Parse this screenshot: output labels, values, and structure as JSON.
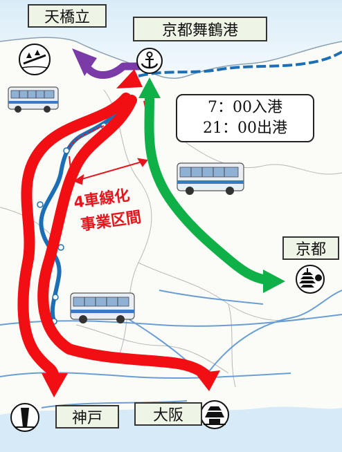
{
  "labels": {
    "amanohashidate": "天橋立",
    "maizuru_port": "京都舞鶴港",
    "kyoto": "京都",
    "kobe": "神戸",
    "osaka": "大阪"
  },
  "schedule": {
    "arrival": "7：00入港",
    "departure": "21：00出港"
  },
  "project": {
    "line1": "4車線化",
    "line2": "事業区間"
  },
  "colors": {
    "red_route": "#f20f14",
    "green_route": "#10b048",
    "purple_route": "#7a3aa8",
    "expressway": "#1c6fb5"
  }
}
